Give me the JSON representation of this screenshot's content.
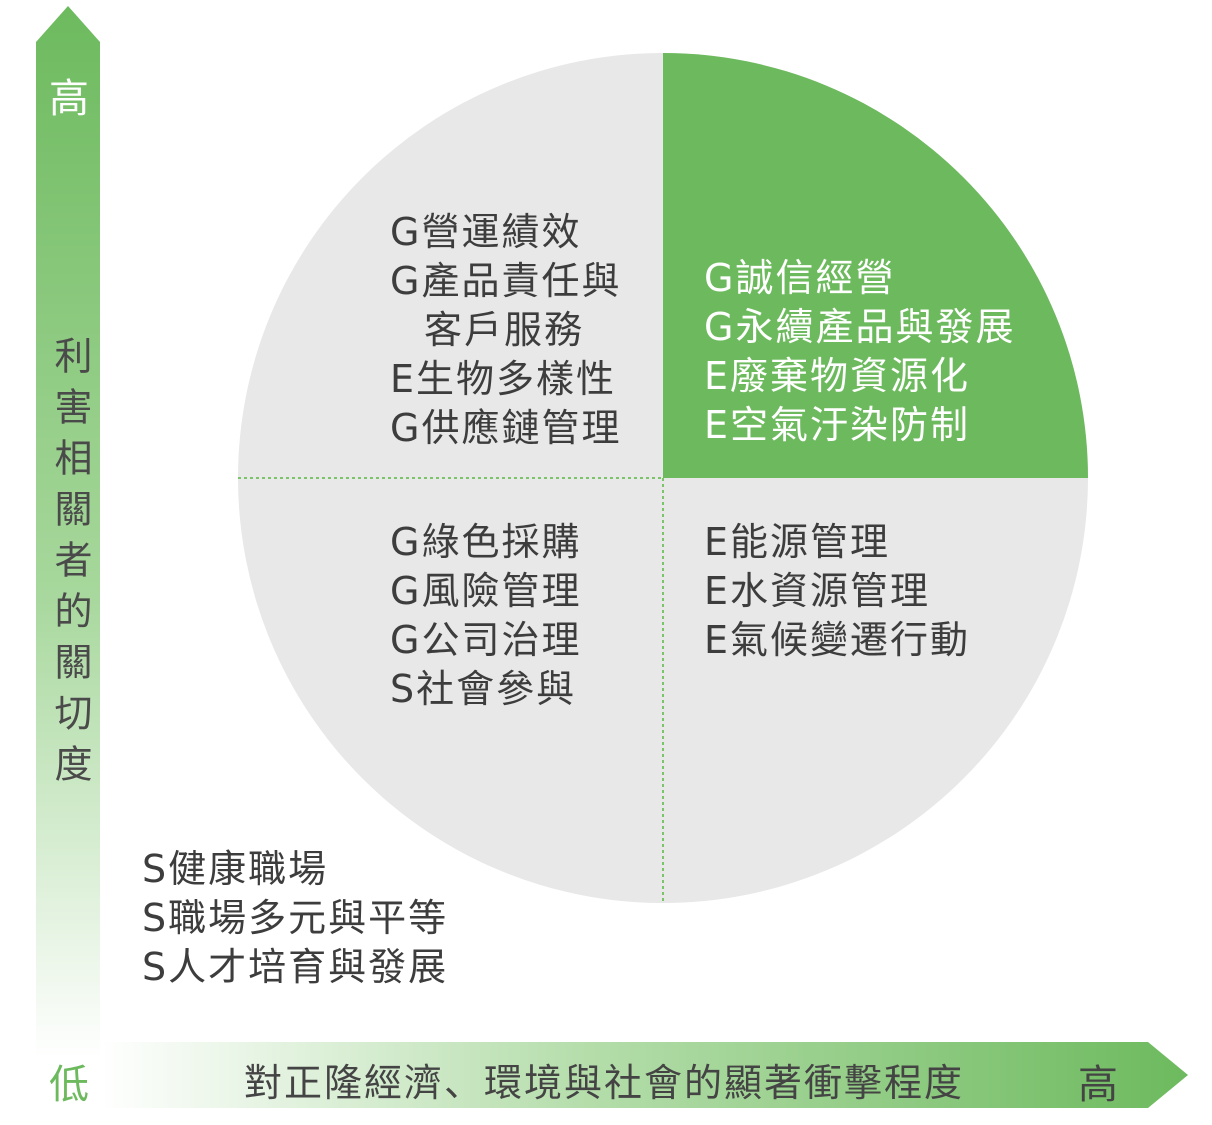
{
  "axes": {
    "vertical_label": "利害相關者的關切度",
    "vertical_high": "高",
    "low": "低",
    "horizontal_label": "對正隆經濟、環境與社會的顯著衝擊程度",
    "horizontal_high": "高"
  },
  "quadrants": {
    "top_left": [
      "G營運績效",
      "G產品責任與",
      "客戶服務",
      "E生物多樣性",
      "G供應鏈管理"
    ],
    "top_right": [
      "G誠信經營",
      "G永續產品與發展",
      "E廢棄物資源化",
      "E空氣汙染防制"
    ],
    "bottom_left": [
      "G綠色採購",
      "G風險管理",
      "G公司治理",
      "S社會參與"
    ],
    "bottom_right": [
      "E能源管理",
      "E水資源管理",
      "E氣候變遷行動"
    ]
  },
  "outside": [
    "S健康職場",
    "S職場多元與平等",
    "S人才培育與發展"
  ],
  "colors": {
    "green": "#6dba5e",
    "grey": "#e8e8e8",
    "divider": "#7cc46a"
  }
}
